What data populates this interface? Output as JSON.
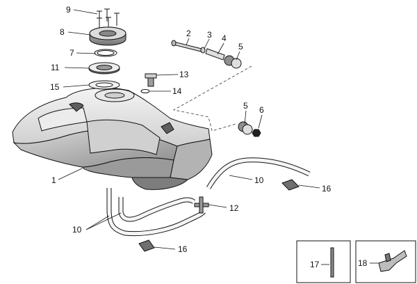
{
  "callouts": {
    "c1": "1",
    "c2": "2",
    "c3": "3",
    "c4": "4",
    "c5a": "5",
    "c5b": "5",
    "c6": "6",
    "c7": "7",
    "c8": "8",
    "c9": "9",
    "c10a": "10",
    "c10b": "10",
    "c11": "11",
    "c12": "12",
    "c13": "13",
    "c14": "14",
    "c15": "15",
    "c16a": "16",
    "c16b": "16",
    "c17": "17",
    "c18": "18"
  }
}
